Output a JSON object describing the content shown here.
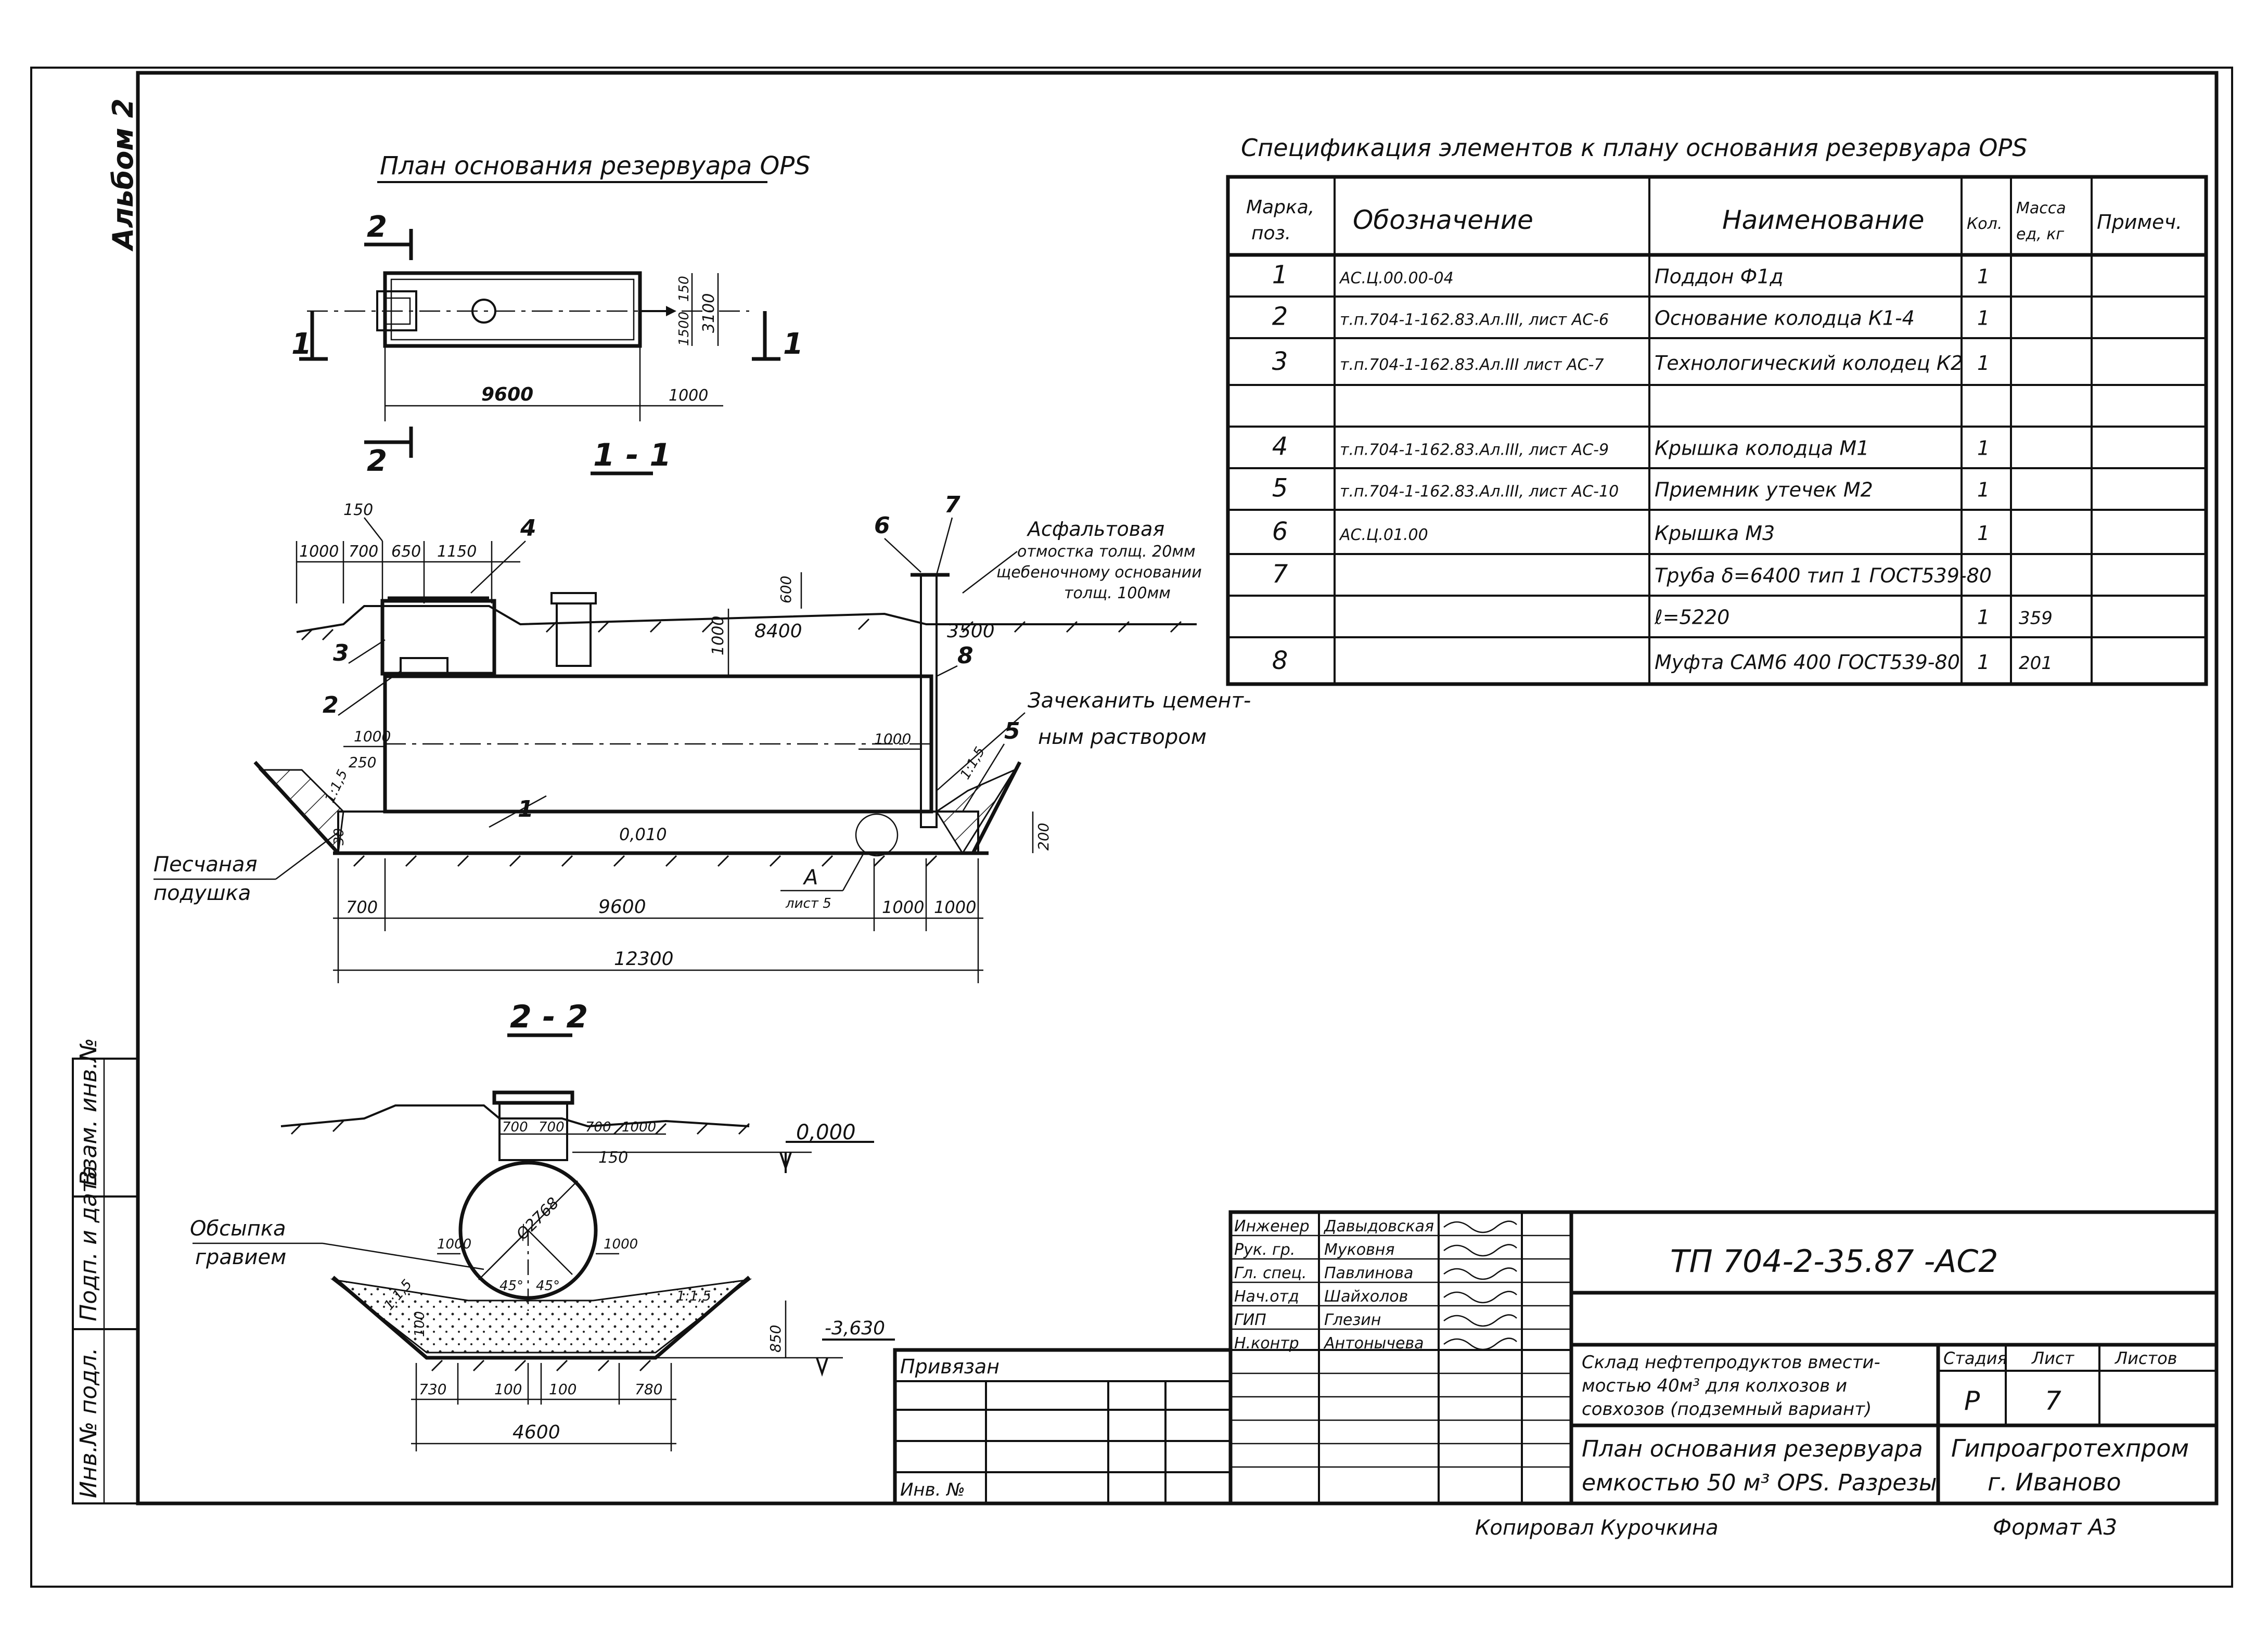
{
  "album": "Альбом 2",
  "plan": {
    "title": "План основания резервуара OPS",
    "cut_2": "2",
    "cut_1": "1",
    "dims": {
      "length": "9600",
      "d150": "150",
      "d1500": "1500",
      "d3100": "3100",
      "d1000": "1000"
    }
  },
  "section_1_1": {
    "title": "1 - 1",
    "top_dims": [
      "1000",
      "700",
      "650",
      "1150"
    ],
    "top_150": "150",
    "callouts": [
      "1",
      "2",
      "3",
      "4",
      "5",
      "6",
      "7",
      "8"
    ],
    "note_asphalt": [
      "Асфальтовая",
      "отмостка толщ. 20мм",
      "щебеночному основании",
      "толщ. 100мм"
    ],
    "note_cement": [
      "Зачеканить цемент-",
      "ным раствором"
    ],
    "sand_label": [
      "Песчаная",
      "подушка"
    ],
    "marks": {
      "d600": "600",
      "d1000v": "1000",
      "d8400": "8400",
      "d3500": "3500",
      "d1000a": "1000",
      "d250": "250",
      "d1000b": "1000",
      "slope_left": "1:1,5",
      "slope_right": "1:1,5",
      "level": "0,010",
      "d200": "200",
      "d30": "30"
    },
    "node_ref": [
      "А",
      "лист 5"
    ],
    "bottom_dims": [
      "700",
      "9600",
      "1000",
      "1000"
    ],
    "total": "12300"
  },
  "section_2_2": {
    "title": "2 - 2",
    "top_dims": [
      "700",
      "700",
      "700",
      "1000"
    ],
    "top_150": "150",
    "level_top": "0,000",
    "level_bottom": "-3,630",
    "diameter": "Ø2768",
    "angles": [
      "45°",
      "45°"
    ],
    "side_dims": [
      "1000",
      "1000"
    ],
    "slopes": [
      "1:1,5",
      "1:1,5"
    ],
    "d100": "100",
    "d850": "850",
    "gravel_label": [
      "Обсыпка",
      "гравием"
    ],
    "bottom_dims": [
      "730",
      "100",
      "100",
      "780"
    ],
    "total": "4600"
  },
  "spec": {
    "title": "Спецификация элементов к плану основания резервуара OPS",
    "headers": {
      "mark": "Марка, поз.",
      "designation": "Обозначение",
      "name": "Наименование",
      "qty": "Кол.",
      "mass": "Масса ед, кг",
      "note": "Примеч."
    },
    "rows": [
      {
        "mark": "1",
        "designation": "АС.Ц.00.00-04",
        "name": "Поддон        Ф1д",
        "qty": "1",
        "mass": "",
        "note": ""
      },
      {
        "mark": "2",
        "designation": "т.п.704-1-162.83.Ал.III, лист АС-6",
        "name": "Основание колодца К1-4",
        "qty": "1",
        "mass": "",
        "note": ""
      },
      {
        "mark": "3",
        "designation": "т.п.704-1-162.83.Ал.III лист АС-7",
        "name": "Технологический колодец К2",
        "qty": "1",
        "mass": "",
        "note": ""
      },
      {
        "mark": "",
        "designation": "",
        "name": "",
        "qty": "",
        "mass": "",
        "note": ""
      },
      {
        "mark": "4",
        "designation": "т.п.704-1-162.83.Ал.III, лист АС-9",
        "name": "Крышка колодца    М1",
        "qty": "1",
        "mass": "",
        "note": ""
      },
      {
        "mark": "5",
        "designation": "т.п.704-1-162.83.Ал.III, лист АС-10",
        "name": "Приемник утечек    М2",
        "qty": "1",
        "mass": "",
        "note": ""
      },
      {
        "mark": "6",
        "designation": "АС.Ц.01.00",
        "name": "Крышка    М3",
        "qty": "1",
        "mass": "",
        "note": ""
      },
      {
        "mark": "7",
        "designation": "",
        "name": "Труба δ=6400 тип 1 ГОСТ539-80",
        "qty": "",
        "mass": "",
        "note": ""
      },
      {
        "mark": "",
        "designation": "",
        "name": "ℓ=5220",
        "qty": "1",
        "mass": "359",
        "note": ""
      },
      {
        "mark": "8",
        "designation": "",
        "name": "Муфта САМ6 400 ГОСТ539-80",
        "qty": "1",
        "mass": "201",
        "note": ""
      }
    ]
  },
  "side_stamp": [
    "Взам. инв.№",
    "Подп. и дата",
    "Инв.№ подл."
  ],
  "privyazan": {
    "title": "Привязан",
    "inv": "Инв. №"
  },
  "title_block": {
    "code": "ТП 704-2-35.87 -АС2",
    "signatures": [
      {
        "role": "Инженер",
        "name": "Давыдовская"
      },
      {
        "role": "Рук. гр.",
        "name": "Муковня"
      },
      {
        "role": "Гл. спец.",
        "name": "Павлинова"
      },
      {
        "role": "Нач.отд",
        "name": "Шайхолов"
      },
      {
        "role": "ГИП",
        "name": "Глезин"
      },
      {
        "role": "Н.контр",
        "name": "Антонычева"
      }
    ],
    "project_name": [
      "Склад нефтепродуктов вмести-",
      "мостью 40м³ для колхозов и",
      "совхозов (подземный вариант)"
    ],
    "stage_headers": [
      "Стадия",
      "Лист",
      "Листов"
    ],
    "stage": "Р",
    "sheet": "7",
    "sheets": "",
    "sheet_title": [
      "План основания резервуара",
      "емкостью 50 м³ OPS. Разрезы"
    ],
    "org": [
      "Гипроагротехпром",
      "г. Иваново"
    ]
  },
  "footer": {
    "copied": "Копировал  Курочкина",
    "format": "Формат А3"
  }
}
